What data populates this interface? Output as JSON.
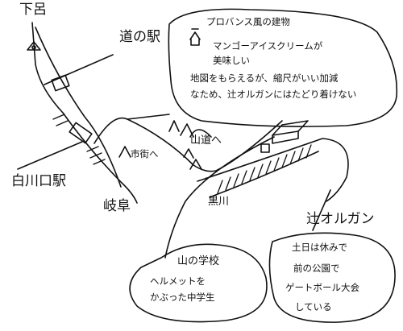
{
  "places": {
    "gero": "下呂",
    "michi_no_eki": "道の駅",
    "shirakawaguchi_station": "白川口駅",
    "gifu": "岐阜",
    "shigai": "市街へ",
    "sandou": "山道へ",
    "kurokawa": "黒川",
    "tsuji_organ": "辻オルガン"
  },
  "callouts": {
    "provence": [
      "プロバンス風の建物",
      "マンゴーアイスクリームが",
      "美味しい",
      "地図をもらえるが、縮尺がいい加減",
      "なため、辻オルガンにはたどり着けない"
    ],
    "school_title": "山の学校",
    "school": [
      "ヘルメットを",
      "かぶった中学生"
    ],
    "park": [
      "土日は休みで",
      "前の公園で",
      "ゲートボール大会",
      "している"
    ]
  }
}
